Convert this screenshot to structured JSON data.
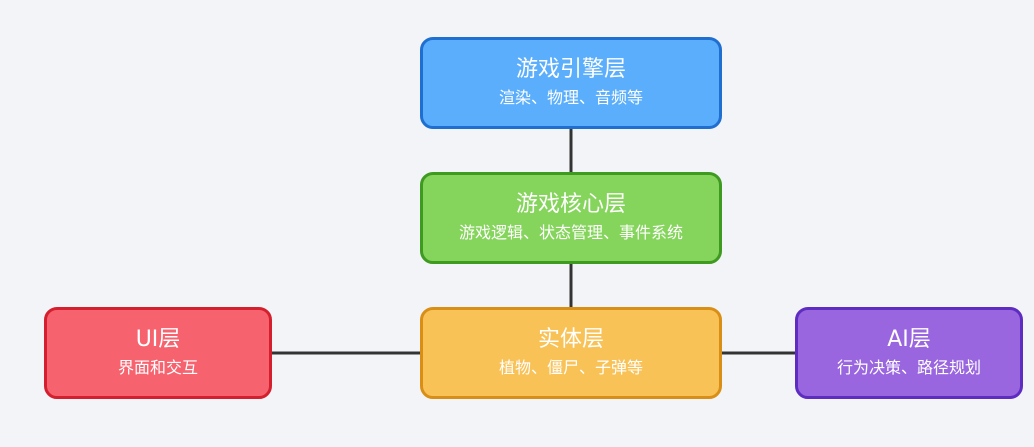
{
  "diagram": {
    "layers": {
      "engine": {
        "title": "游戏引擎层",
        "desc": "渲染、物理、音频等",
        "fill": "#5aaefc",
        "border": "#1e6fd0"
      },
      "core": {
        "title": "游戏核心层",
        "desc": "游戏逻辑、状态管理、事件系统",
        "fill": "#85d45c",
        "border": "#3f9a22"
      },
      "entity": {
        "title": "实体层",
        "desc": "植物、僵尸、子弹等",
        "fill": "#f8c257",
        "border": "#d98f16"
      },
      "ui": {
        "title": "UI层",
        "desc": "界面和交互",
        "fill": "#f6636f",
        "border": "#d4202e"
      },
      "ai": {
        "title": "AI层",
        "desc": "行为决策、路径规划",
        "fill": "#9a66df",
        "border": "#5e2cc0"
      }
    },
    "connections": [
      [
        "engine",
        "core"
      ],
      [
        "core",
        "entity"
      ],
      [
        "ui",
        "entity"
      ],
      [
        "entity",
        "ai"
      ]
    ],
    "line_color": "#333333",
    "background": "#f3f4f8"
  }
}
